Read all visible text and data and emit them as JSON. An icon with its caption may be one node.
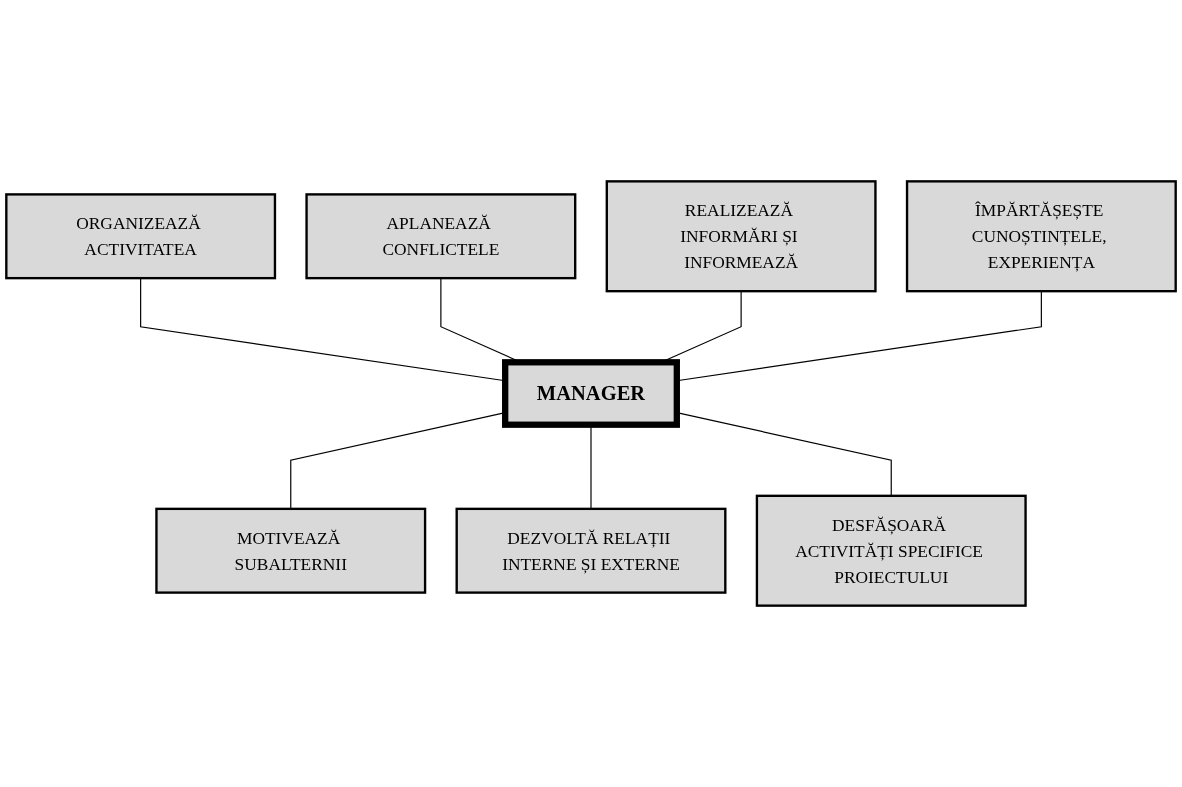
{
  "diagram": {
    "nodes": [
      {
        "text": [
          "ORGANIZEAZĂ ACTIVITATEA"
        ]
      },
      {
        "text": [
          "APLANEAZĂ CONFLICTELE"
        ]
      },
      {
        "text": [
          "REALIZEAZĂ INFORMĂRI ȘI INFORMEAZĂ"
        ]
      },
      {
        "text": [
          "MANAGER"
        ]
      },
      {
        "text": [
          "ÎMPĂRTĂȘEȘTE CUNOȘTINȚELE, EXPERIENȚA"
        ]
      },
      {
        "text": [
          "MOTIVEAZĂ SUBALTERNII"
        ]
      },
      {
        "text": [
          "DEZVOLTĂ RELAȚII INTERNE ȘI EXTERNE"
        ]
      },
      {
        "text": [
          "DESFĂȘOARĂ ACTIVITĂȚI SPECIFICE PROIECTULUI"
        ]
      }
    ],
    "edges": [
      {
        "from": 0,
        "to": 3,
        "arrow": "none"
      },
      {
        "from": 1,
        "to": 3,
        "arrow": "none"
      },
      {
        "from": 2,
        "to": 3,
        "arrow": "none"
      },
      {
        "from": 4,
        "to": 3,
        "arrow": "none"
      },
      {
        "from": 3,
        "to": 5,
        "arrow": "none"
      },
      {
        "from": 3,
        "to": 6,
        "arrow": "none"
      },
      {
        "from": 3,
        "to": 7,
        "arrow": "none"
      }
    ]
  }
}
